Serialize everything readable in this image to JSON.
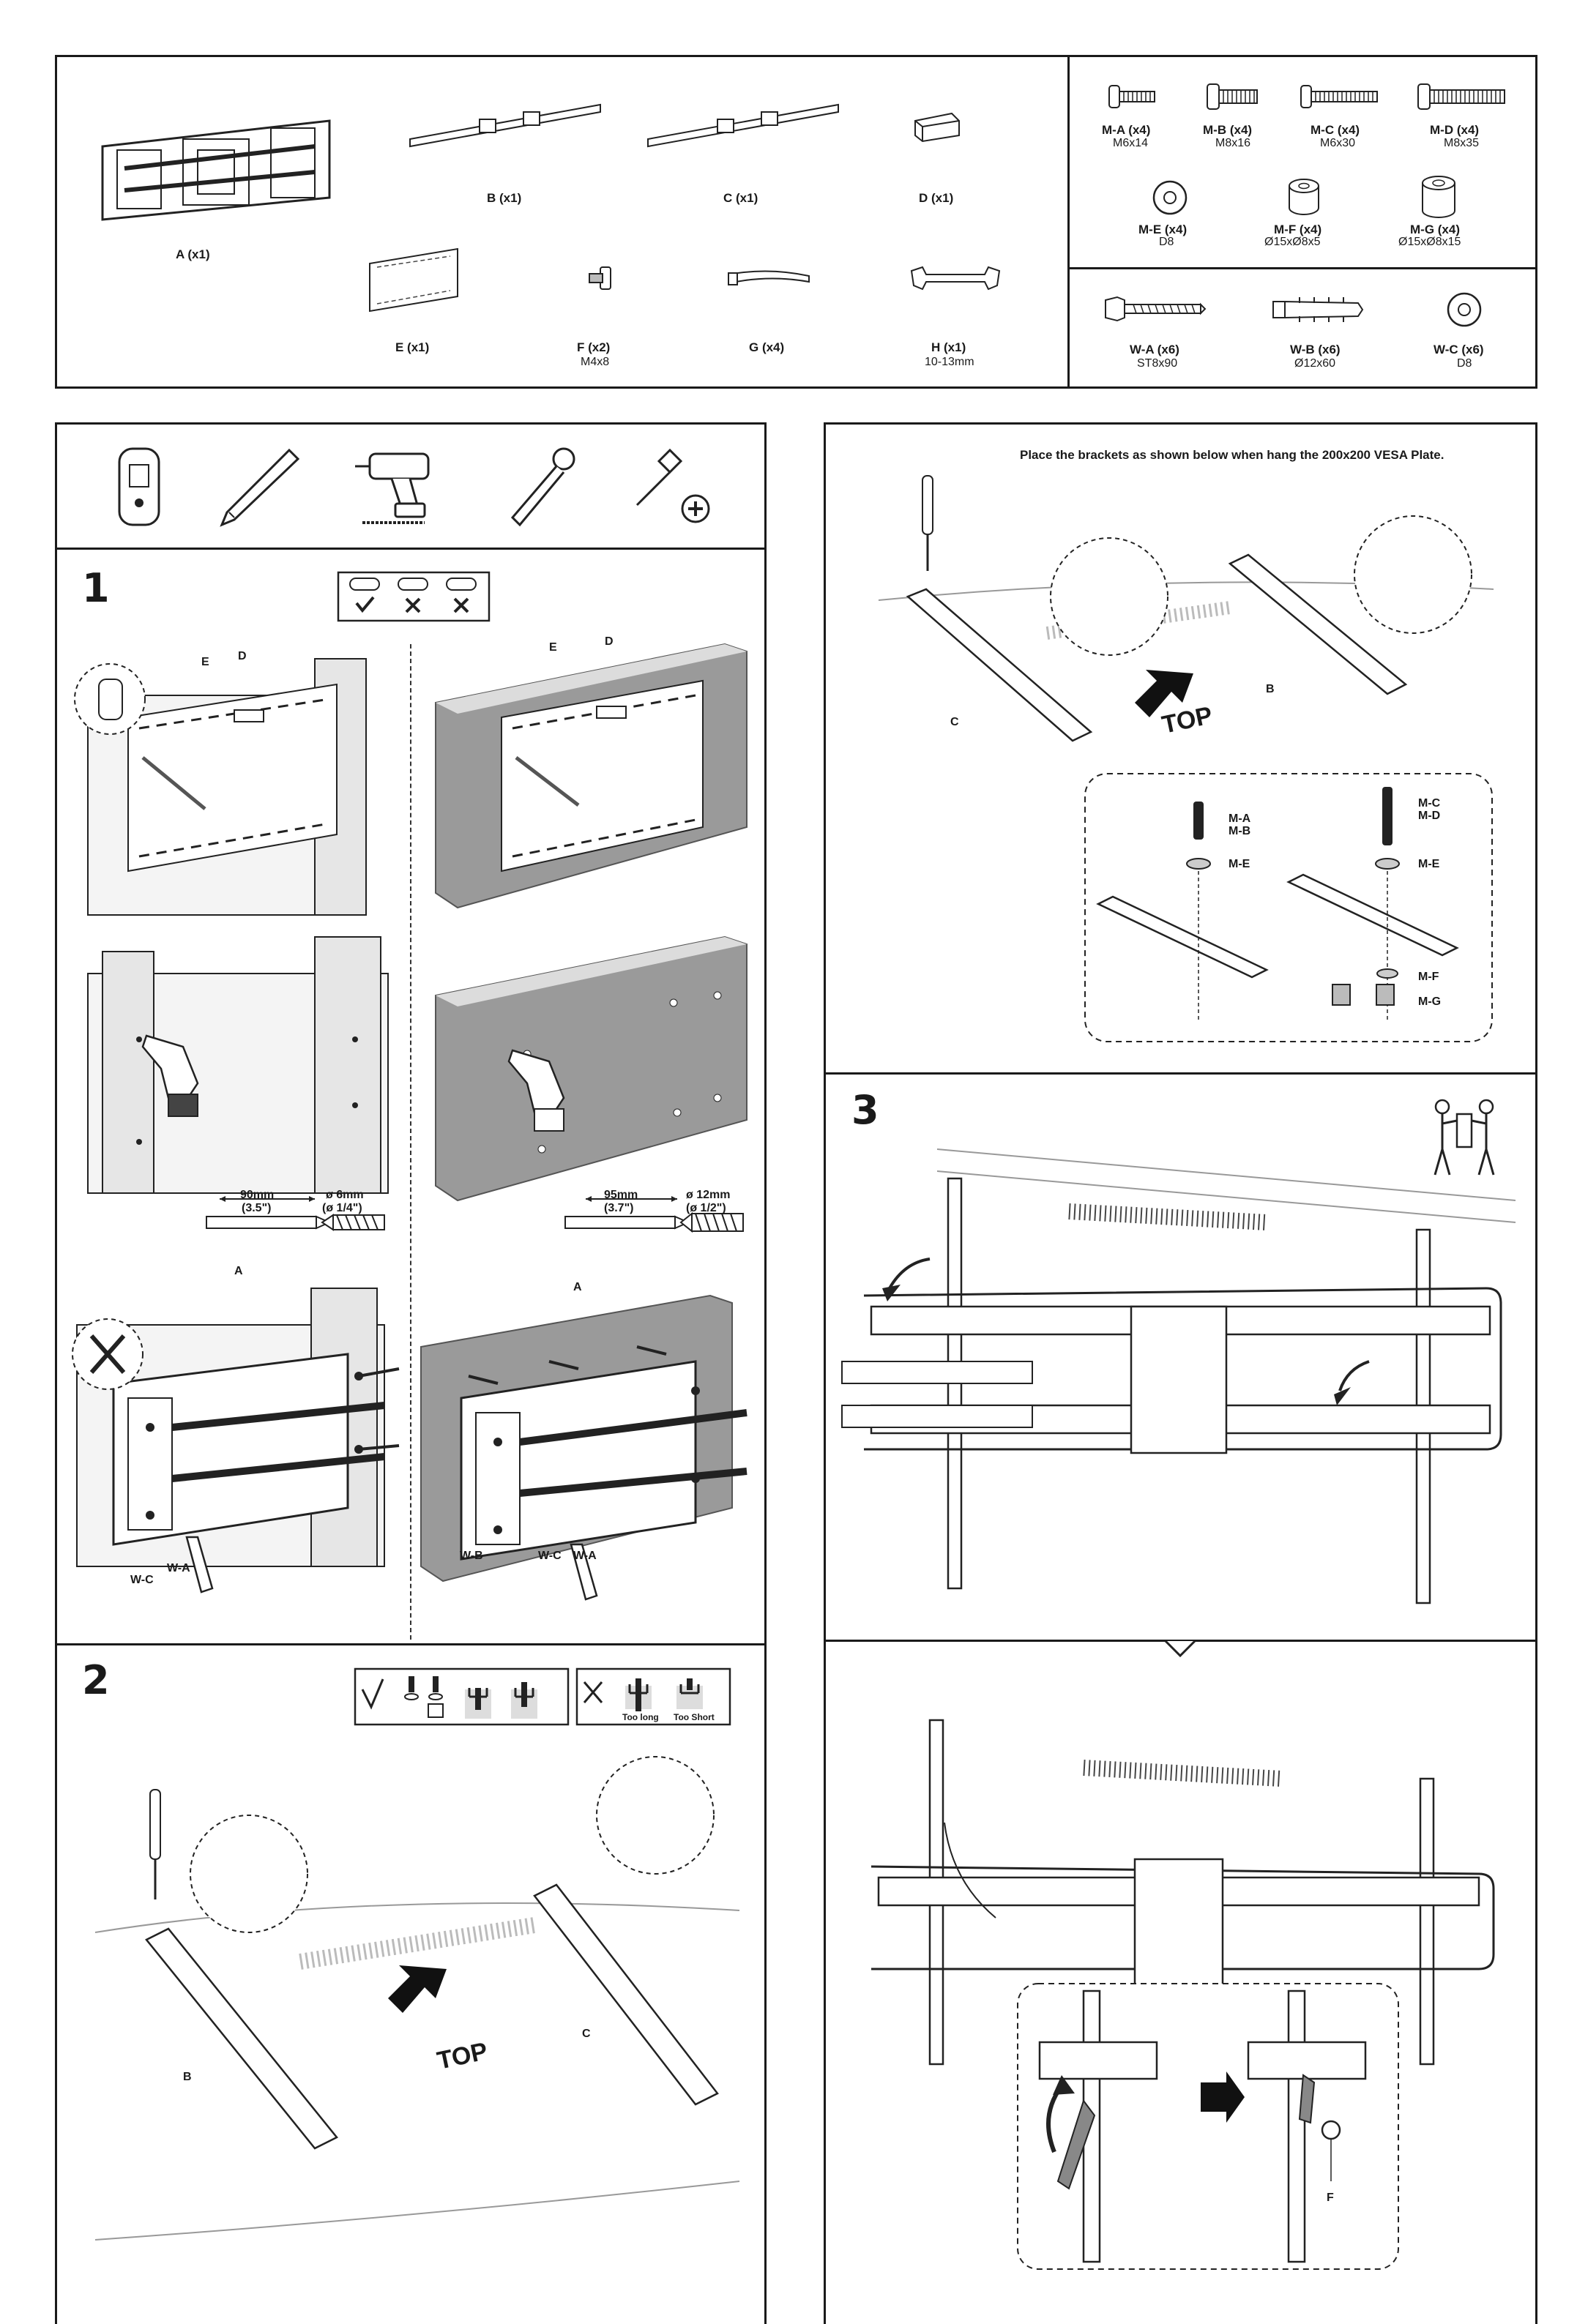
{
  "parts_main": [
    {
      "id": "A",
      "label": "A (x1)",
      "spec": ""
    },
    {
      "id": "B",
      "label": "B (x1)",
      "spec": ""
    },
    {
      "id": "C",
      "label": "C (x1)",
      "spec": ""
    },
    {
      "id": "D",
      "label": "D (x1)",
      "spec": ""
    },
    {
      "id": "E",
      "label": "E (x1)",
      "spec": ""
    },
    {
      "id": "F",
      "label": "F (x2)",
      "spec": "M4x8"
    },
    {
      "id": "G",
      "label": "G (x4)",
      "spec": ""
    },
    {
      "id": "H",
      "label": "H (x1)",
      "spec": "10-13mm"
    }
  ],
  "parts_m": [
    {
      "label": "M-A (x4)",
      "spec": "M6x14"
    },
    {
      "label": "M-B (x4)",
      "spec": "M8x16"
    },
    {
      "label": "M-C (x4)",
      "spec": "M6x30"
    },
    {
      "label": "M-D (x4)",
      "spec": "M8x35"
    },
    {
      "label": "M-E (x4)",
      "spec": "D8"
    },
    {
      "label": "M-F (x4)",
      "spec": "Ø15xØ8x5"
    },
    {
      "label": "M-G (x4)",
      "spec": "Ø15xØ8x15"
    }
  ],
  "parts_w": [
    {
      "label": "W-A (x6)",
      "spec": "ST8x90"
    },
    {
      "label": "W-B (x6)",
      "spec": "Ø12x60"
    },
    {
      "label": "W-C (x6)",
      "spec": "D8"
    }
  ],
  "step1": {
    "number": "1",
    "wood": {
      "e": "E",
      "d": "D",
      "a": "A",
      "drill_len": "90mm",
      "drill_len_in": "(3.5\")",
      "drill_dia": "ø 6mm",
      "drill_dia_in": "(ø 1/4\")",
      "wc": "W-C",
      "wa": "W-A"
    },
    "concrete": {
      "e": "E",
      "d": "D",
      "a": "A",
      "drill_len": "95mm",
      "drill_len_in": "(3.7\")",
      "drill_dia": "ø 12mm",
      "drill_dia_in": "(ø 1/2\")",
      "wb": "W-B",
      "wc": "W-C",
      "wa": "W-A"
    }
  },
  "step2": {
    "number": "2",
    "too_long": "Too long",
    "too_short": "Too Short",
    "b": "B",
    "c": "C",
    "top": "TOP"
  },
  "step2b": {
    "note": "Place the brackets as shown below when hang the 200x200 VESA Plate.",
    "b": "B",
    "c": "C",
    "top": "TOP",
    "ma": "M-A",
    "mb": "M-B",
    "me1": "M-E",
    "mc": "M-C",
    "md": "M-D",
    "me2": "M-E",
    "mf": "M-F",
    "mg": "M-G"
  },
  "step3": {
    "number": "3",
    "f": "F"
  }
}
